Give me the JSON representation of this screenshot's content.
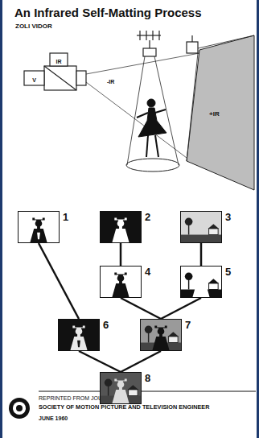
{
  "diagram": {
    "title": "An Infrared Self-Matting Process",
    "nodes": [
      {
        "text": [
          "1"
        ]
      },
      {
        "text": [
          "2"
        ]
      },
      {
        "text": [
          "3"
        ]
      },
      {
        "text": [
          "4"
        ]
      },
      {
        "text": [
          "5"
        ]
      },
      {
        "text": [
          "6"
        ]
      },
      {
        "text": [
          "7"
        ]
      },
      {
        "text": [
          "8"
        ]
      }
    ],
    "edges": [
      {
        "from": 0,
        "to": 5,
        "arrow": "none"
      },
      {
        "from": 1,
        "to": 3,
        "arrow": "none"
      },
      {
        "from": 2,
        "to": 4,
        "arrow": "none"
      },
      {
        "from": 3,
        "to": 6,
        "arrow": "none"
      },
      {
        "from": 4,
        "to": 6,
        "arrow": "none"
      },
      {
        "from": 5,
        "to": 7,
        "arrow": "none"
      },
      {
        "from": 6,
        "to": 7,
        "arrow": "none"
      }
    ],
    "labels": [
      "ZOLI VIDOR",
      "IR",
      "V",
      "-IR",
      "+IR",
      "REPRINTED FROM JOURNAL OF THE",
      "SOCIETY OF MOTION PICTURE AND TELEVISION ENGINEER",
      "JUNE 1960"
    ]
  }
}
